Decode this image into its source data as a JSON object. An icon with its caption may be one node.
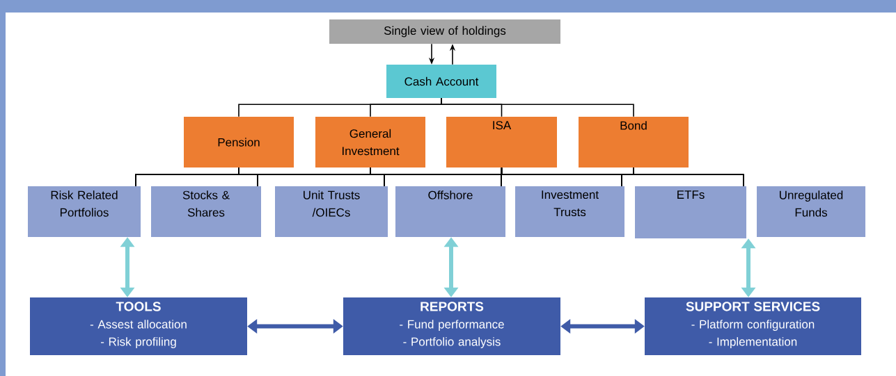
{
  "diagram": {
    "nodes": [
      {
        "text": [
          "Single view of holdings"
        ]
      },
      {
        "text": [
          "Cash Account"
        ]
      },
      {
        "text": [
          "Pension"
        ]
      },
      {
        "text": [
          "General Investment"
        ]
      },
      {
        "text": [
          "ISA"
        ]
      },
      {
        "text": [
          "Bond"
        ]
      },
      {
        "text": [
          "Risk Related Portfolios"
        ]
      },
      {
        "text": [
          "Stocks & Shares"
        ]
      },
      {
        "text": [
          "Unit Trusts /OIECs"
        ]
      },
      {
        "text": [
          "Offshore"
        ]
      },
      {
        "text": [
          "Investment Trusts"
        ]
      },
      {
        "text": [
          "ETFs"
        ]
      },
      {
        "text": [
          "Unregulated Funds"
        ]
      },
      {
        "text": [
          "TOOLS",
          "- Assest allocation",
          "- Risk profiling"
        ]
      },
      {
        "text": [
          "REPORTS",
          "- Fund performance",
          "- Portfolio analysis"
        ]
      },
      {
        "text": [
          "SUPPORT SERVICES",
          "- Platform configuration",
          "- Implementation"
        ]
      }
    ],
    "edges": [
      {
        "from": 0,
        "to": 1,
        "arrow": "to"
      },
      {
        "from": 1,
        "to": 0,
        "arrow": "to"
      },
      {
        "from": 1,
        "to": 2,
        "arrow": "none"
      },
      {
        "from": 1,
        "to": 3,
        "arrow": "none"
      },
      {
        "from": 1,
        "to": 4,
        "arrow": "none"
      },
      {
        "from": 1,
        "to": 5,
        "arrow": "none"
      },
      {
        "from": 2,
        "to": 6,
        "arrow": "none"
      },
      {
        "from": 2,
        "to": 7,
        "arrow": "none"
      },
      {
        "from": 2,
        "to": 8,
        "arrow": "none"
      },
      {
        "from": 2,
        "to": 9,
        "arrow": "none"
      },
      {
        "from": 2,
        "to": 10,
        "arrow": "none"
      },
      {
        "from": 2,
        "to": 11,
        "arrow": "none"
      },
      {
        "from": 3,
        "to": 6,
        "arrow": "none"
      },
      {
        "from": 3,
        "to": 7,
        "arrow": "none"
      },
      {
        "from": 3,
        "to": 8,
        "arrow": "none"
      },
      {
        "from": 3,
        "to": 9,
        "arrow": "none"
      },
      {
        "from": 3,
        "to": 10,
        "arrow": "none"
      },
      {
        "from": 3,
        "to": 11,
        "arrow": "none"
      },
      {
        "from": 4,
        "to": 6,
        "arrow": "none"
      },
      {
        "from": 4,
        "to": 7,
        "arrow": "none"
      },
      {
        "from": 4,
        "to": 8,
        "arrow": "none"
      },
      {
        "from": 4,
        "to": 9,
        "arrow": "none"
      },
      {
        "from": 4,
        "to": 10,
        "arrow": "none"
      },
      {
        "from": 4,
        "to": 11,
        "arrow": "none"
      },
      {
        "from": 5,
        "to": 6,
        "arrow": "none"
      },
      {
        "from": 5,
        "to": 7,
        "arrow": "none"
      },
      {
        "from": 5,
        "to": 8,
        "arrow": "none"
      },
      {
        "from": 5,
        "to": 9,
        "arrow": "none"
      },
      {
        "from": 5,
        "to": 10,
        "arrow": "none"
      },
      {
        "from": 5,
        "to": 11,
        "arrow": "none"
      },
      {
        "from": 6,
        "to": 13,
        "arrow": "both",
        "style": "thick",
        "color": "#80d0d6"
      },
      {
        "from": 9,
        "to": 14,
        "arrow": "both",
        "style": "thick",
        "color": "#80d0d6"
      },
      {
        "from": 11,
        "to": 15,
        "arrow": "both",
        "style": "thick",
        "color": "#80d0d6"
      },
      {
        "from": 13,
        "to": 14,
        "arrow": "both",
        "style": "thick",
        "color": "#3f5ba8"
      },
      {
        "from": 14,
        "to": 15,
        "arrow": "both",
        "style": "thick",
        "color": "#3f5ba8"
      }
    ]
  }
}
